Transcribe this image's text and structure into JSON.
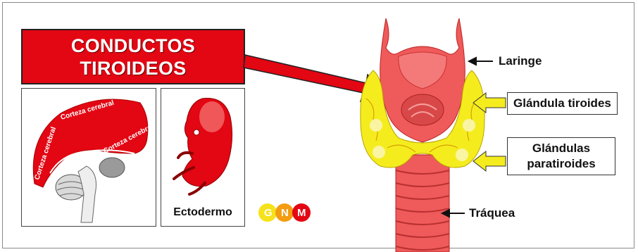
{
  "title": {
    "line1": "CONDUCTOS",
    "line2": "TIROIDEOS"
  },
  "brain_panel": {
    "cortex_labels": [
      "Corteza cerebral",
      "Corteza cerebral",
      "Corteza cerebral"
    ]
  },
  "embryo_panel": {
    "label": "Ectodermo"
  },
  "anatomy_labels": {
    "larynx": "Laringe",
    "thyroid": "Glándula tiroides",
    "parathyroid_line1": "Glándulas",
    "parathyroid_line2": "paratiroides",
    "trachea": "Tráquea"
  },
  "logo": {
    "letters": [
      "G",
      "N",
      "M"
    ]
  },
  "colors": {
    "accent_red": "#e30613",
    "thyroid_yellow": "#f5ec1e",
    "arrow_yellow": "#f5ec1e",
    "organ_pink": "#f05a5a"
  }
}
